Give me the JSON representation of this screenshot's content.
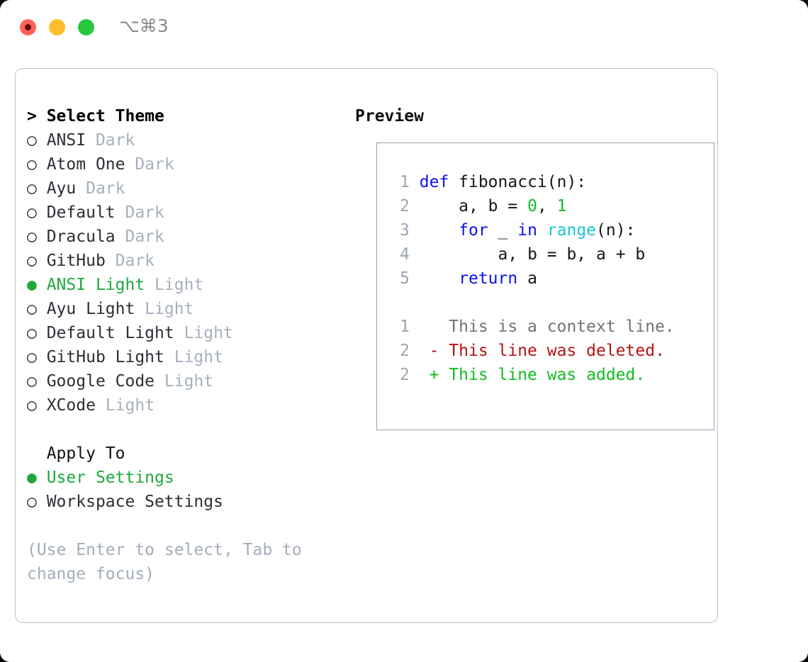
{
  "window": {
    "shortcut_label": "⌥⌘3",
    "traffic_lights": [
      "close-red",
      "minimize-yellow",
      "maximize-green"
    ],
    "colors": {
      "red": "#ff6259",
      "yellow": "#ffbd2e",
      "green": "#25c73f",
      "panel_border": "#b9c2cd",
      "preview_border": "#94a2b3",
      "accent_green": "#1fa83c",
      "muted": "#a6b0bd"
    }
  },
  "theme_panel": {
    "heading_marker": "> ",
    "heading": "Select Theme",
    "options": [
      {
        "marker": "○",
        "name": "ANSI",
        "variant": "Dark",
        "selected": false
      },
      {
        "marker": "○",
        "name": "Atom One",
        "variant": "Dark",
        "selected": false
      },
      {
        "marker": "○",
        "name": "Ayu",
        "variant": "Dark",
        "selected": false
      },
      {
        "marker": "○",
        "name": "Default",
        "variant": "Dark",
        "selected": false
      },
      {
        "marker": "○",
        "name": "Dracula",
        "variant": "Dark",
        "selected": false
      },
      {
        "marker": "○",
        "name": "GitHub",
        "variant": "Dark",
        "selected": false
      },
      {
        "marker": "●",
        "name": "ANSI Light",
        "variant": "Light",
        "selected": true
      },
      {
        "marker": "○",
        "name": "Ayu Light",
        "variant": "Light",
        "selected": false
      },
      {
        "marker": "○",
        "name": "Default Light",
        "variant": "Light",
        "selected": false
      },
      {
        "marker": "○",
        "name": "GitHub Light",
        "variant": "Light",
        "selected": false
      },
      {
        "marker": "○",
        "name": "Google Code",
        "variant": "Light",
        "selected": false
      },
      {
        "marker": "○",
        "name": "XCode",
        "variant": "Light",
        "selected": false
      }
    ],
    "apply_to": {
      "heading": "Apply To",
      "options": [
        {
          "marker": "●",
          "name": "User Settings",
          "selected": true
        },
        {
          "marker": "○",
          "name": "Workspace Settings",
          "selected": false
        }
      ]
    },
    "hint": "(Use Enter to select, Tab to change focus)"
  },
  "preview_panel": {
    "heading": "Preview",
    "code_lines": [
      {
        "no": "1",
        "tokens": [
          {
            "t": "def ",
            "c": "kw"
          },
          {
            "t": "fibonacci(n):",
            "c": "plain"
          }
        ]
      },
      {
        "no": "2",
        "tokens": [
          {
            "t": "    a, b = ",
            "c": "plain"
          },
          {
            "t": "0",
            "c": "num"
          },
          {
            "t": ", ",
            "c": "plain"
          },
          {
            "t": "1",
            "c": "num"
          }
        ]
      },
      {
        "no": "3",
        "tokens": [
          {
            "t": "    ",
            "c": "plain"
          },
          {
            "t": "for",
            "c": "kw"
          },
          {
            "t": " _ ",
            "c": "plain"
          },
          {
            "t": "in",
            "c": "kw"
          },
          {
            "t": " ",
            "c": "plain"
          },
          {
            "t": "range",
            "c": "fn"
          },
          {
            "t": "(n):",
            "c": "plain"
          }
        ]
      },
      {
        "no": "4",
        "tokens": [
          {
            "t": "        a, b = b, a + b",
            "c": "plain"
          }
        ]
      },
      {
        "no": "5",
        "tokens": [
          {
            "t": "    ",
            "c": "plain"
          },
          {
            "t": "return",
            "c": "kw"
          },
          {
            "t": " a",
            "c": "plain"
          }
        ]
      }
    ],
    "diff_lines": [
      {
        "no": "1",
        "sign": " ",
        "text": "This is a context line.",
        "kind": "ctx"
      },
      {
        "no": "2",
        "sign": "-",
        "text": "This line was deleted.",
        "kind": "del"
      },
      {
        "no": "2",
        "sign": "+",
        "text": "This line was added.",
        "kind": "add"
      }
    ]
  }
}
